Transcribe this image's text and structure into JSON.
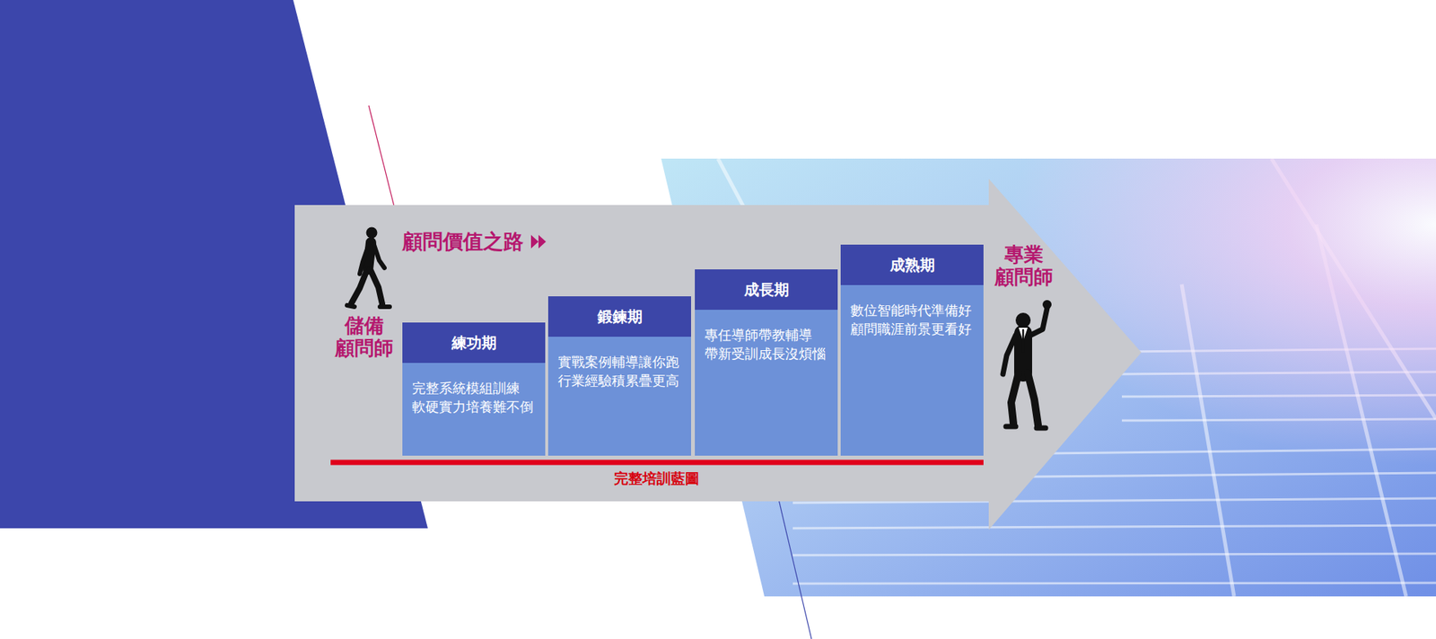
{
  "diagram": {
    "title": "顧問價值之路",
    "nodes": [
      {
        "text": [
          "練功期",
          "完整系統模組訓練 軟硬實力培養難不倒"
        ]
      },
      {
        "text": [
          "鍛鍊期",
          "實戰案例輔導讓你跑 行業經驗積累疊更高"
        ]
      },
      {
        "text": [
          "成長期",
          "專任導師帶教輔導 帶新受訓成長沒煩惱"
        ]
      },
      {
        "text": [
          "成熟期",
          "數位智能時代準備好 顧問職涯前景更看好"
        ]
      }
    ],
    "labels": [
      "儲備 顧問師",
      "專業 顧問師",
      "完整培訓藍圖"
    ]
  }
}
